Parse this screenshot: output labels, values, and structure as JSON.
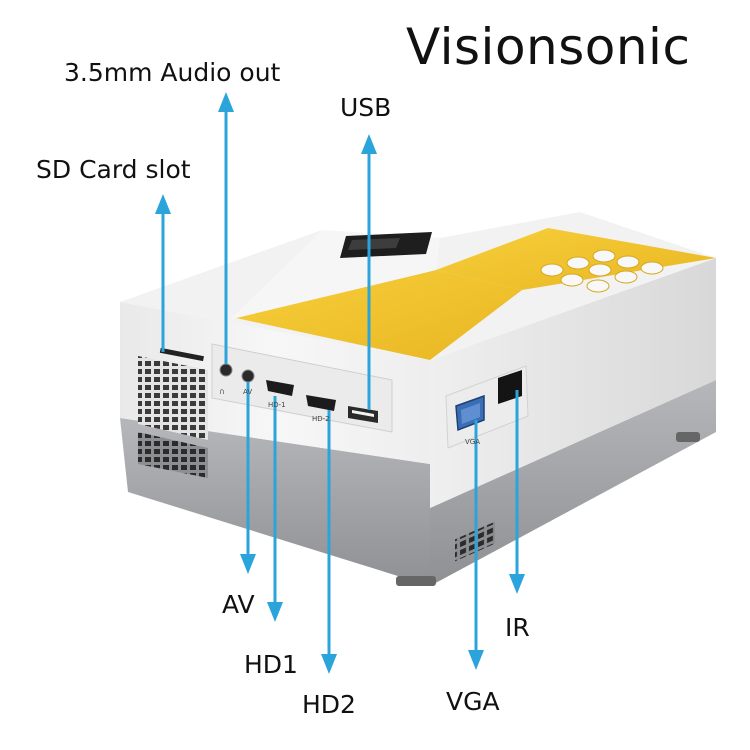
{
  "brand": "Visionsonic",
  "labels": {
    "audio_out": "3.5mm Audio out",
    "usb": "USB",
    "sd_card": "SD Card slot",
    "av": "AV",
    "hd1": "HD1",
    "hd2": "HD2",
    "vga": "VGA",
    "ir": "IR"
  },
  "port_markings": {
    "av": "AV",
    "hd1": "HD-1",
    "hd2": "HD-2",
    "vga": "VGA"
  },
  "colors": {
    "arrow": "#2ba4dc",
    "lid_yellow": "#f2c530",
    "body_white": "#f4f4f4",
    "body_gray": "#9a9c9f",
    "port_panel": "#e8e8e8",
    "vga_blue": "#3b6fb5"
  },
  "icons": [
    "arrow-up-icon",
    "arrow-down-icon",
    "headphone-icon"
  ]
}
